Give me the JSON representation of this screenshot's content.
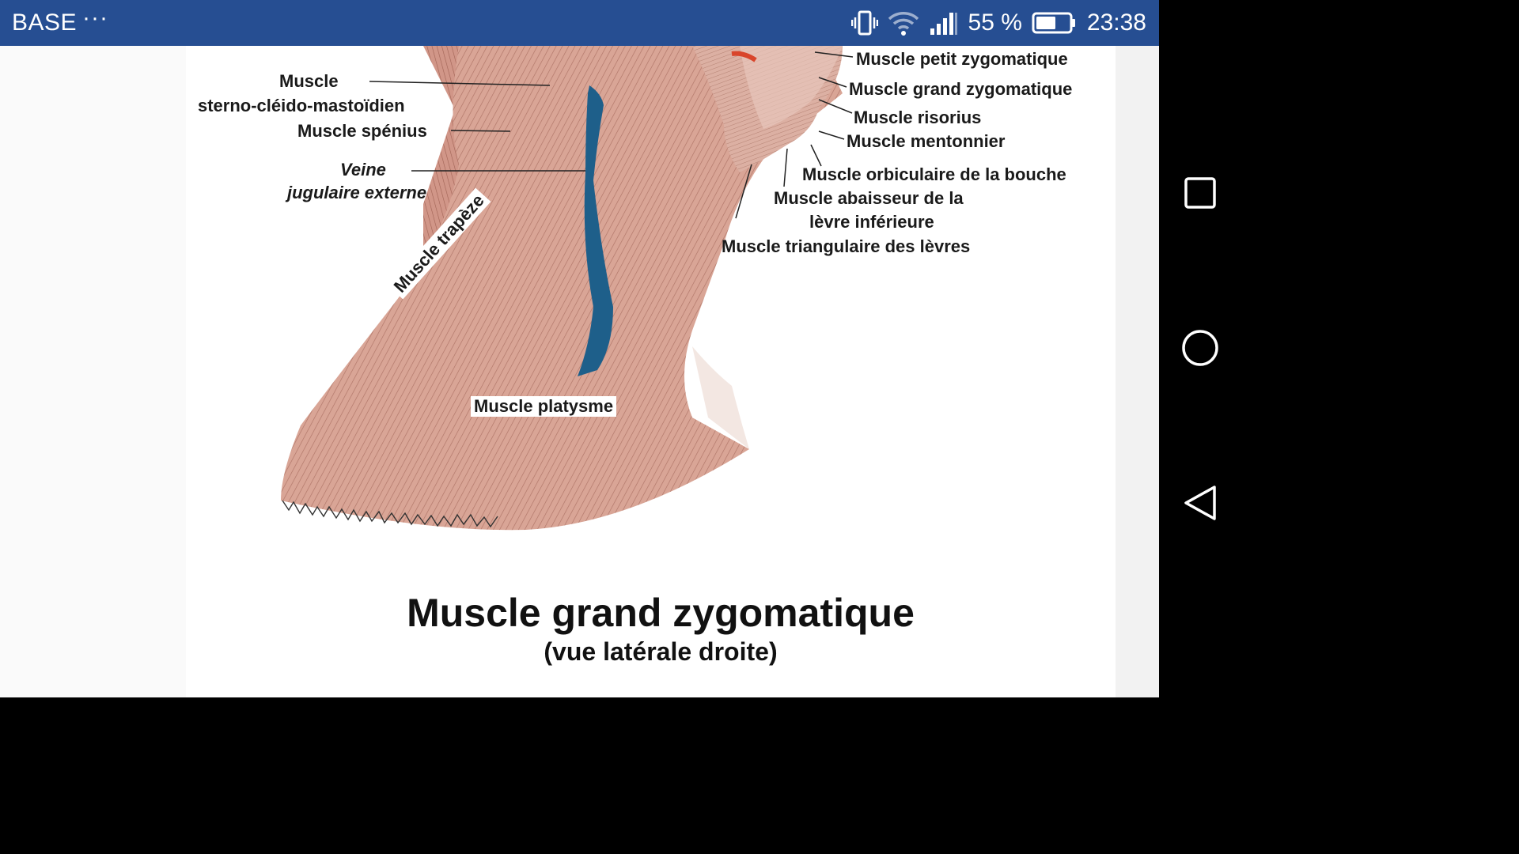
{
  "status_bar": {
    "carrier": "BASE",
    "menu": "···",
    "battery_percent": "55 %",
    "time": "23:38",
    "icons": [
      "vibrate-icon",
      "wifi-icon",
      "signal-icon",
      "battery-icon"
    ],
    "background": "#264e92"
  },
  "nav_bar": {
    "buttons": [
      "recent-apps-button",
      "home-button",
      "back-button"
    ]
  },
  "figure": {
    "labels": {
      "sterno_muscle": "Muscle",
      "sterno_name": "sterno-cléido-mastoïdien",
      "splenius": "Muscle spénius",
      "vein_1": "Veine",
      "vein_2": "jugulaire externe",
      "trapezius": "Muscle trapèze",
      "platysma": "Muscle platysme",
      "petit_zygo": "Muscle petit zygomatique",
      "grand_zygo": "Muscle grand zygomatique",
      "risorius": "Muscle risorius",
      "mentonnier": "Muscle mentonnier",
      "orbiculaire": "Muscle orbiculaire de la bouche",
      "abaisseur_1": "Muscle abaisseur de la",
      "abaisseur_2": "lèvre inférieure",
      "triangulaire": "Muscle triangulaire des lèvres"
    },
    "caption_title": "Muscle grand zygomatique",
    "caption_subtitle": "(vue latérale droite)",
    "colors": {
      "muscle": "#d9a596",
      "vein": "#1e5f8a"
    }
  }
}
